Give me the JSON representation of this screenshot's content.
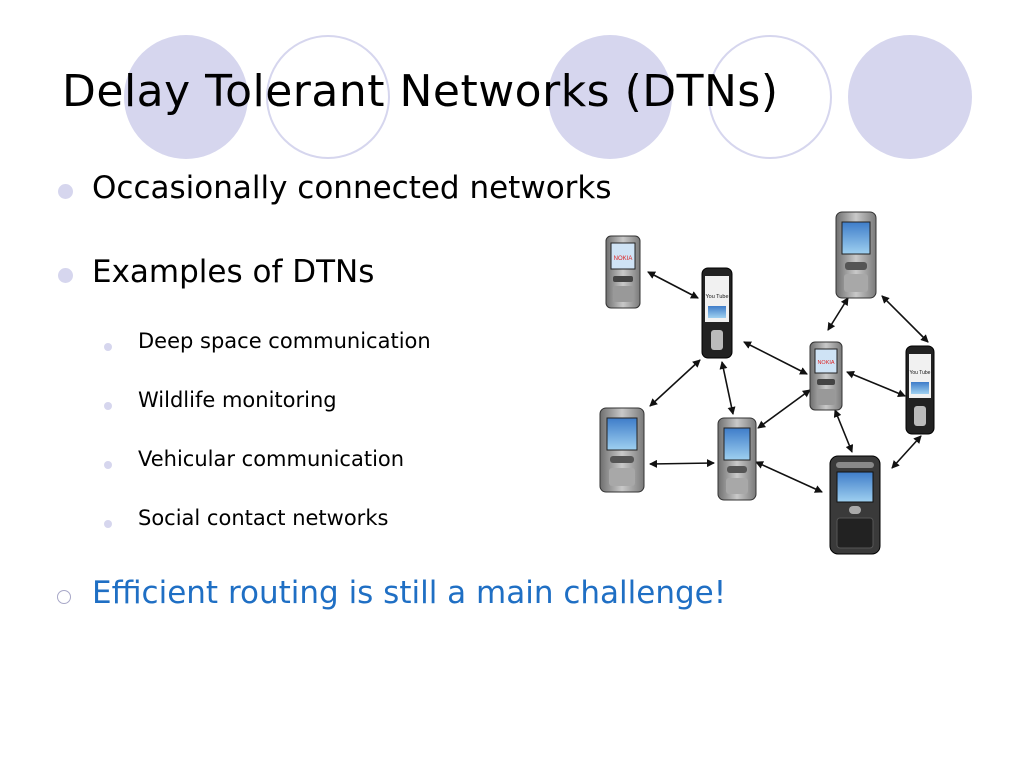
{
  "slide": {
    "title": "Delay Tolerant Networks (DTNs)",
    "bullets": [
      "Occasionally connected networks",
      "Examples of DTNs"
    ],
    "sub_bullets": [
      "Deep space communication",
      "Wildlife monitoring",
      "Vehicular communication",
      "Social contact networks"
    ],
    "highlight": "Efficient routing is still a main challenge!",
    "colors": {
      "decor_circle": "#d6d6ee",
      "highlight_text": "#1f6fc4",
      "arrow": "#111111"
    },
    "figure": {
      "icon": "mobile-phone-icon",
      "phone_labels": [
        "NOKIA",
        "You Tube",
        "NOKIA",
        "You Tube"
      ]
    }
  }
}
